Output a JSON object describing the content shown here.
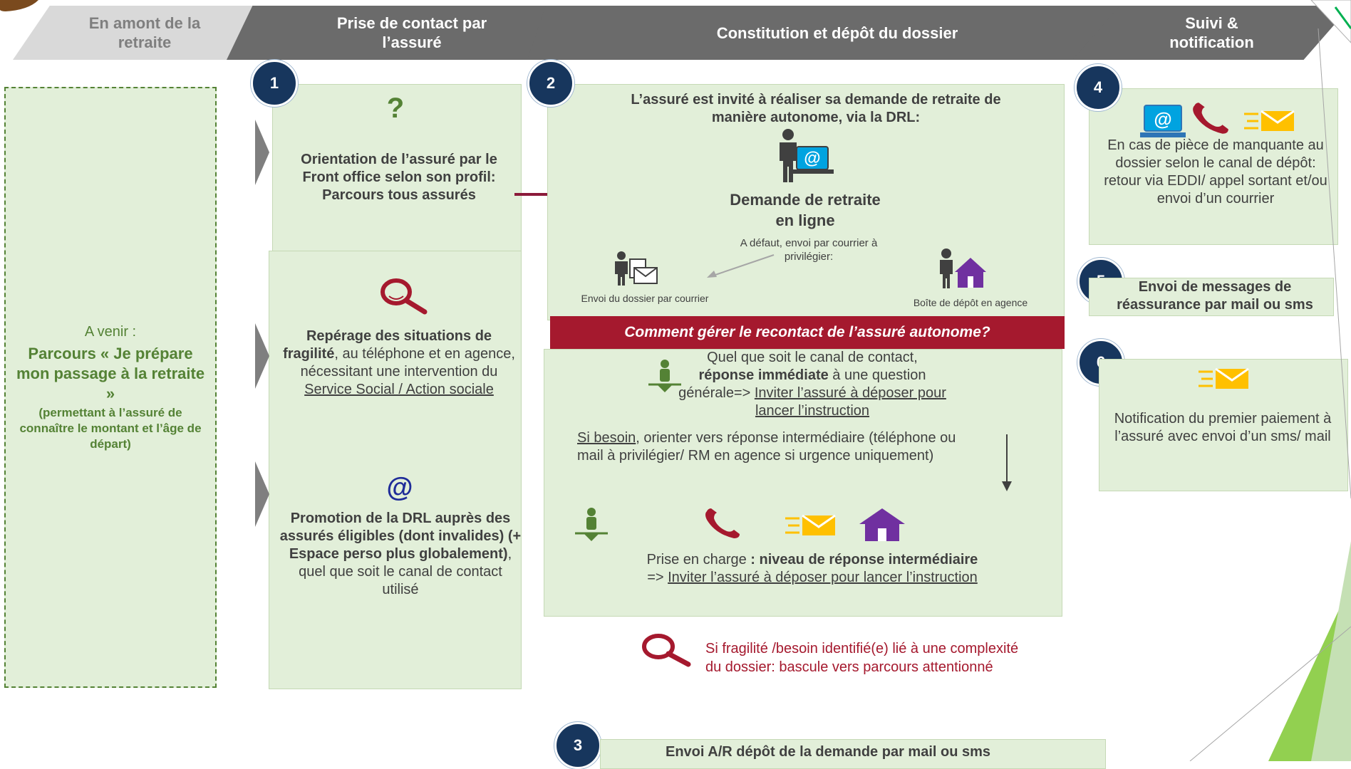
{
  "headers": [
    "En amont de la retraite",
    "Prise de contact par l’assuré",
    "Constitution  et dépôt du dossier",
    "Suivi & notification"
  ],
  "steps": [
    "1",
    "2",
    "3",
    "4",
    "5",
    "6"
  ],
  "left_panel": {
    "intro": "A venir :",
    "title": "Parcours « Je prépare mon passage à la retraite »",
    "desc": "(permettant à l’assuré de connaître le montant et l’âge de départ)"
  },
  "col1": {
    "question_mark": "?",
    "block1": "Orientation de l’assuré par le Front office selon son profil: Parcours tous assurés",
    "block2_bold": "Repérage des situations de fragilité",
    "block2_rest": ", au téléphone et en agence, nécessitant une intervention du",
    "block2_link": " Service Social / Action sociale",
    "at_symbol": "@",
    "block3_bold": "Promotion  de la DRL auprès des assurés éligibles (dont invalides) (+ Espace perso plus globalement)",
    "block3_rest": ", quel que soit le canal de contact utilisé"
  },
  "col2": {
    "intro": "L’assuré est invité à réaliser sa demande de retraite  de manière autonome, via la DRL:",
    "online_title": "Demande de retraite en ligne",
    "default_text": "A défaut, envoi par courrier à privilégier:",
    "mail_label": "Envoi du dossier par courrier",
    "agency_label": "Boîte de dépôt en agence",
    "banner": "Comment gérer le recontact de l’assuré autonome?",
    "recontact_line1": "Quel que soit le canal de contact,",
    "recontact_bold": "réponse immédiate",
    "recontact_rest": " à une question générale=>",
    "recontact_link": "Inviter l’assuré à déposer  pour lancer l’instruction",
    "besoin_link": "Si besoin",
    "besoin_rest": ", orienter vers réponse intermédiaire (téléphone ou mail à privilégier/ RM en agence  si urgence uniquement)",
    "prise_start": "Prise en charge",
    "prise_bold": " : niveau  de réponse intermédiaire",
    "prise_arrow": "=>",
    "prise_link": "Inviter l’assuré à déposer  pour lancer l’instruction",
    "fragility_note": "Si fragilité /besoin identifié(e) lié à une complexité  du dossier: bascule vers parcours attentionné"
  },
  "step3_text": "Envoi A/R dépôt de la demande par mail ou sms",
  "col3": {
    "step4_text": "En cas de pièce de manquante au dossier selon le canal de dépôt: retour via EDDI/ appel sortant et/ou envoi d’un courrier",
    "step5_text": "Envoi de messages de réassurance par mail ou sms",
    "step6_text": "Notification du premier paiement à l’assuré avec envoi d’un sms/ mail"
  },
  "colors": {
    "header_dark": "#6b6b6b",
    "header_light": "#d9d9d9",
    "box_green": "#e2efd9",
    "text_green": "#548235",
    "banner_red": "#a5192e",
    "circle_navy": "#17365d",
    "icon_red": "#a5192e",
    "icon_blue": "#00a3e0",
    "icon_purple": "#7030a0",
    "icon_yellow": "#ffc000"
  }
}
